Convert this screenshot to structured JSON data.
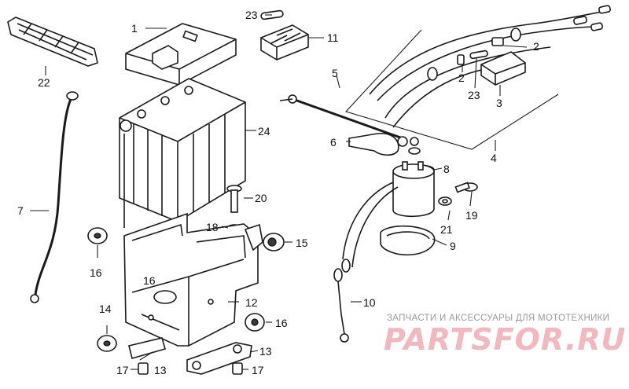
{
  "diagram": {
    "callouts": {
      "c1": "1",
      "c2a": "2",
      "c2b": "2",
      "c3": "3",
      "c4": "4",
      "c5": "5",
      "c6": "6",
      "c7": "7",
      "c8": "8",
      "c9": "9",
      "c10": "10",
      "c11": "11",
      "c12": "12",
      "c13a": "13",
      "c13b": "13",
      "c14": "14",
      "c15": "15",
      "c16a": "16",
      "c16b": "16",
      "c16c": "16",
      "c17a": "17",
      "c17b": "17",
      "c18": "18",
      "c19": "19",
      "c20": "20",
      "c21": "21",
      "c22": "22",
      "c23a": "23",
      "c23b": "23",
      "c24": "24"
    }
  },
  "watermark": {
    "caption": "ЗАПЧАСТИ И АКСЕССУАРЫ ДЛЯ МОТОТЕХНИКИ",
    "logo": "PARTSFOR.RU"
  },
  "colors": {
    "line": "#1a1a1a",
    "watermark_logo": "#f2b8bd",
    "watermark_caption": "#9a9a9a"
  }
}
